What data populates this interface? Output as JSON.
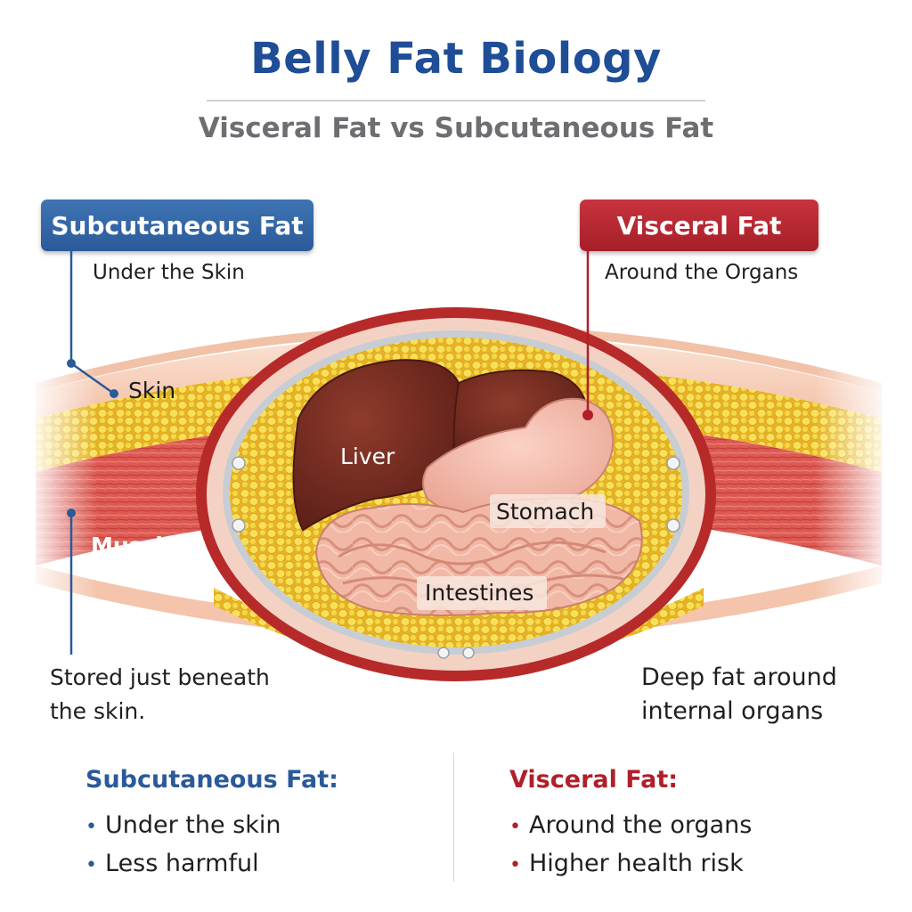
{
  "header": {
    "title": "Belly Fat Biology",
    "subtitle": "Visceral Fat vs Subcutaneous Fat"
  },
  "subcutaneous": {
    "badge": "Subcutaneous Fat",
    "location": "Under the Skin",
    "description_line1": "Stored just beneath",
    "description_line2": "the skin."
  },
  "visceral": {
    "badge": "Visceral Fat",
    "location": "Around the Organs",
    "description_line1": "Deep fat around",
    "description_line2": "internal organs"
  },
  "diagram_labels": {
    "skin": "Skin",
    "muscle": "Muscle",
    "liver": "Liver",
    "stomach": "Stomach",
    "intestines": "Intestines"
  },
  "summary": {
    "subcutaneous": {
      "title": "Subcutaneous Fat:",
      "items": [
        "Under the skin",
        "Less harmful"
      ]
    },
    "visceral": {
      "title": "Visceral Fat:",
      "items": [
        "Around the organs",
        "Higher health risk"
      ]
    },
    "bullet": "•"
  },
  "colors": {
    "blue": "#2a5a99",
    "red": "#b01f2a",
    "fat_yellow": "#f3d23c",
    "muscle_red": "#d9534f",
    "liver_brown": "#7a2e22"
  }
}
